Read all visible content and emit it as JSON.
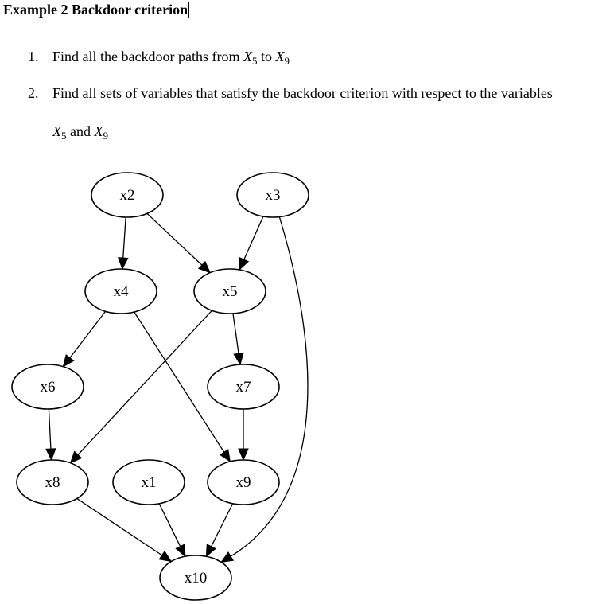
{
  "document": {
    "title": "Example 2 Backdoor criterion",
    "questions": [
      {
        "number": "1.",
        "text_before": "Find all the backdoor paths from ",
        "var_a": "X",
        "var_a_sub": "5",
        "connector": " to ",
        "var_b": "X",
        "var_b_sub": "9"
      },
      {
        "number": "2.",
        "line1": "Find all sets of variables that satisfy the backdoor criterion with respect to the variables",
        "var_a": "X",
        "var_a_sub": "5",
        "connector": " and ",
        "var_b": "X",
        "var_b_sub": "9"
      }
    ]
  },
  "graph": {
    "nodes": [
      {
        "id": "x2",
        "label": "x2"
      },
      {
        "id": "x3",
        "label": "x3"
      },
      {
        "id": "x4",
        "label": "x4"
      },
      {
        "id": "x5",
        "label": "x5"
      },
      {
        "id": "x6",
        "label": "x6"
      },
      {
        "id": "x7",
        "label": "x7"
      },
      {
        "id": "x8",
        "label": "x8"
      },
      {
        "id": "x1",
        "label": "x1"
      },
      {
        "id": "x9",
        "label": "x9"
      },
      {
        "id": "x10",
        "label": "x10"
      }
    ],
    "edges": [
      {
        "from": "x2",
        "to": "x4"
      },
      {
        "from": "x2",
        "to": "x5"
      },
      {
        "from": "x3",
        "to": "x5"
      },
      {
        "from": "x3",
        "to": "x10"
      },
      {
        "from": "x4",
        "to": "x6"
      },
      {
        "from": "x4",
        "to": "x9"
      },
      {
        "from": "x5",
        "to": "x7"
      },
      {
        "from": "x5",
        "to": "x8"
      },
      {
        "from": "x6",
        "to": "x8"
      },
      {
        "from": "x7",
        "to": "x9"
      },
      {
        "from": "x8",
        "to": "x10"
      },
      {
        "from": "x1",
        "to": "x10"
      },
      {
        "from": "x9",
        "to": "x10"
      }
    ]
  }
}
